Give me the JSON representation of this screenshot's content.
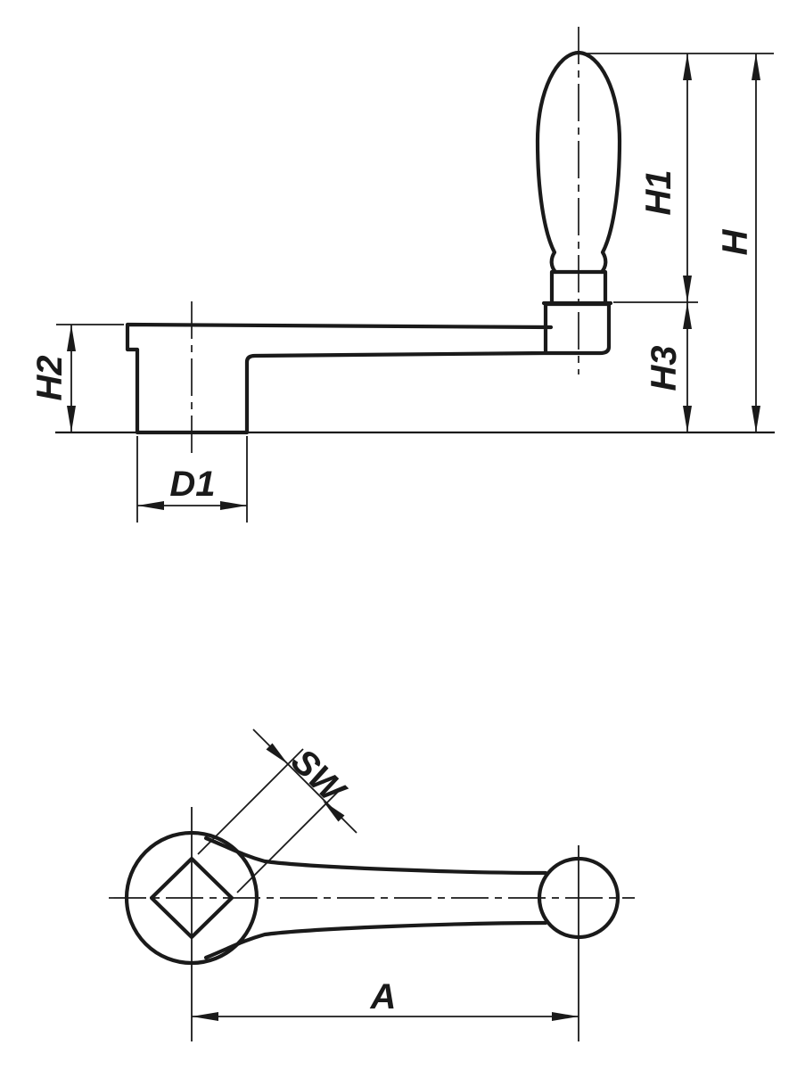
{
  "drawing": {
    "background": "#ffffff",
    "line_color": "#1a1a1a",
    "labels": {
      "h1": "H1",
      "h": "H",
      "h3": "H3",
      "h2": "H2",
      "d1": "D1",
      "sw": "SW",
      "a": "A"
    }
  }
}
